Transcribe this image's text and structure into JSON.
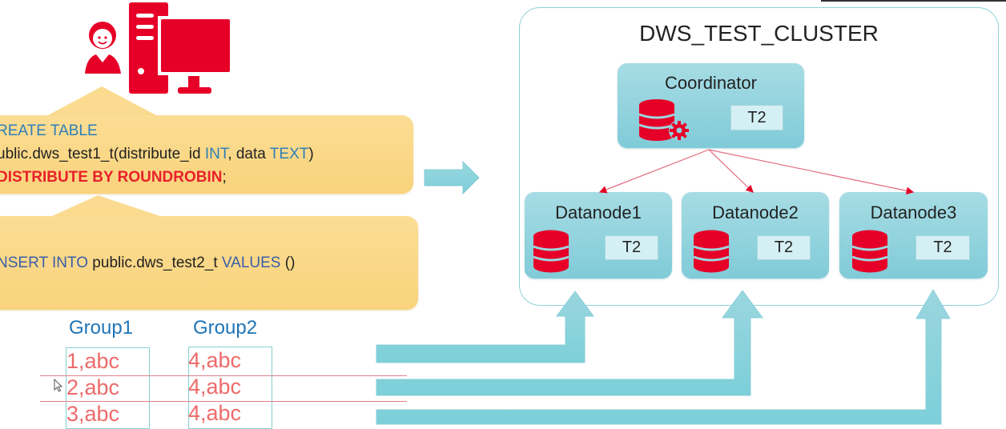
{
  "client": {
    "icons": [
      "user-icon",
      "computer-tower-icon",
      "monitor-icon"
    ]
  },
  "sql": {
    "create": {
      "line1": {
        "kw": "REATE TABLE"
      },
      "line2": {
        "t1": "ublic.dws_test1_t(distribute_id ",
        "kw1": "INT",
        "t2": ", data ",
        "kw2": "TEXT",
        "t3": ")"
      },
      "line3": {
        "kw": "DISTRIBUTE BY ROUNDROBIN",
        "t": ";"
      }
    },
    "insert": {
      "kw1": "NSERT INTO",
      "t1": " public.dws_test2_t ",
      "kw2": "VALUES",
      "t2": " ()"
    }
  },
  "groups": [
    {
      "name": "Group1",
      "rows": [
        "1,abc",
        "2,abc",
        "3,abc"
      ]
    },
    {
      "name": "Group2",
      "rows": [
        "4,abc",
        "4,abc",
        "4,abc"
      ]
    }
  ],
  "cluster": {
    "title": "DWS_TEST_CLUSTER",
    "coordinator": {
      "label": "Coordinator",
      "table": "T2",
      "icon": "database-gear-icon"
    },
    "datanodes": [
      {
        "label": "Datanode1",
        "table": "T2",
        "icon": "database-icon"
      },
      {
        "label": "Datanode2",
        "table": "T2",
        "icon": "database-icon"
      },
      {
        "label": "Datanode3",
        "table": "T2",
        "icon": "database-icon"
      }
    ]
  },
  "colors": {
    "accent_red": "#e60028",
    "callout_yellow": "#fbd98a",
    "node_teal": "#8dd0dc",
    "arrow_teal": "#7fcfd9",
    "keyword_blue": "#2e7fb8",
    "keyword_red": "#e8202a",
    "row_text": "#ee6a6a",
    "group_header": "#1f74b6"
  }
}
